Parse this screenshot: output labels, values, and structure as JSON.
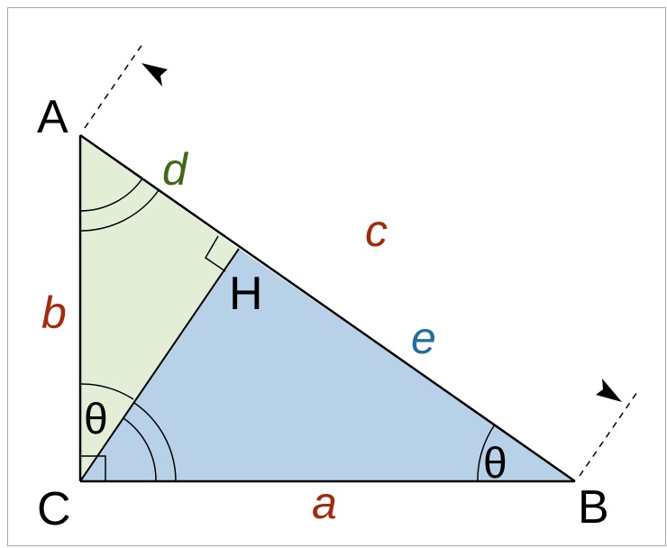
{
  "diagram": {
    "vertices": {
      "A": "A",
      "B": "B",
      "C": "C",
      "H": "H"
    },
    "sides": {
      "a": "a",
      "b": "b",
      "c": "c",
      "d": "d",
      "e": "e"
    },
    "angles": {
      "theta_c": "θ",
      "theta_b": "θ"
    },
    "colors": {
      "side_label_red": "#a52a0a",
      "side_label_green": "#3f6a10",
      "side_label_blue": "#1f6fa0",
      "triangle_green_fill": "#e2eed6",
      "triangle_blue_fill": "#b7d2e8",
      "stroke": "#000000",
      "frame_border": "#a7a7a7"
    }
  }
}
